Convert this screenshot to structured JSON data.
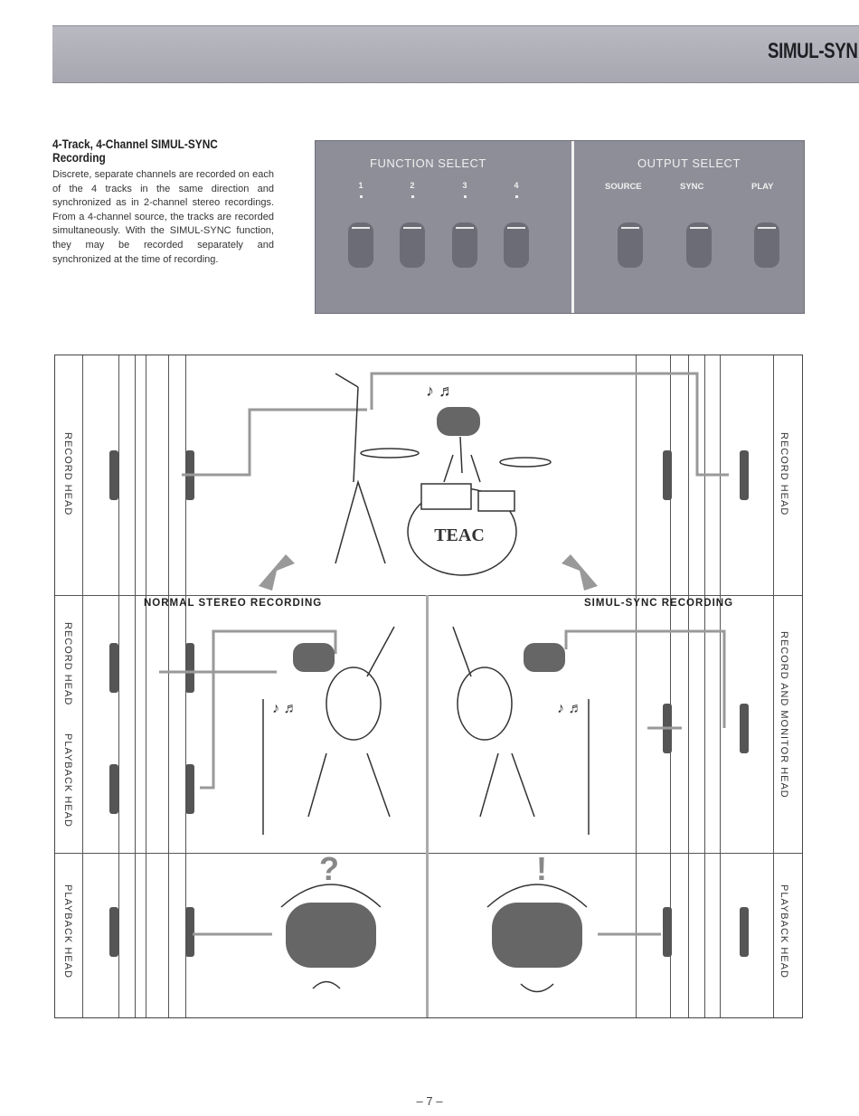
{
  "header": {
    "title": "SIMUL-SYN"
  },
  "section": {
    "title": "4-Track, 4-Channel SIMUL-SYNC Recording",
    "body": "Discrete, separate channels are recorded on each of the 4 tracks in the same direction and synchronized as in 2-channel stereo recordings. From a 4-channel source, the tracks are recorded simultaneously. With the SIMUL-SYNC function, they may be recorded separately and synchronized at the time of recording."
  },
  "panel": {
    "function_select": "FUNCTION SELECT",
    "output_select": "OUTPUT SELECT",
    "channels": [
      "1",
      "2",
      "3",
      "4"
    ],
    "outputs": [
      "SOURCE",
      "SYNC",
      "PLAY"
    ]
  },
  "diagram": {
    "record_head": "RECORD HEAD",
    "playback_head": "PLAYBACK HEAD",
    "record_monitor_head": "RECORD AND MONITOR HEAD",
    "normal_caption": "NORMAL STEREO RECORDING",
    "simul_caption": "SIMUL-SYNC RECORDING",
    "drum_brand": "TEAC",
    "question_mark": "?",
    "exclamation_mark": "!",
    "notes": "♪ ♬"
  },
  "footer": {
    "page_number": "– 7 –"
  }
}
